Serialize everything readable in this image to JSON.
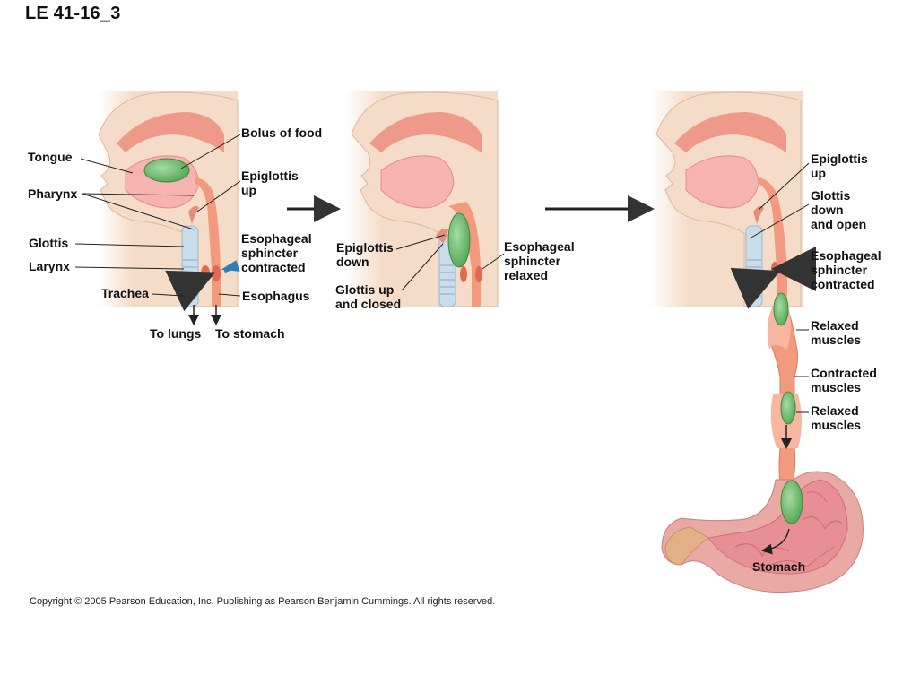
{
  "title": "LE 41-16_3",
  "panel1": {
    "bolus": "Bolus of food",
    "tongue": "Tongue",
    "pharynx": "Pharynx",
    "epiglottis": "Epiglottis\nup",
    "glottis": "Glottis",
    "larynx": "Larynx",
    "sphincter": "Esophageal\nsphincter\ncontracted",
    "trachea": "Trachea",
    "esophagus": "Esophagus",
    "to_lungs": "To lungs",
    "to_stomach": "To stomach"
  },
  "panel2": {
    "epiglottis": "Epiglottis\ndown",
    "glottis": "Glottis up\nand closed",
    "sphincter": "Esophageal\nsphincter\nrelaxed"
  },
  "panel3": {
    "epiglottis": "Epiglottis\nup",
    "glottis": "Glottis\ndown\nand open",
    "sphincter": "Esophageal\nsphincter\ncontracted",
    "relaxed1": "Relaxed\nmuscles",
    "contracted": "Contracted\nmuscles",
    "relaxed2": "Relaxed\nmuscles",
    "stomach": "Stomach"
  },
  "copyright": "Copyright ©  2005 Pearson Education, Inc. Publishing as Pearson Benjamin Cummings. All rights reserved.",
  "colors": {
    "skin": "#f5dcc8",
    "skin_edge": "#e8b596",
    "palate": "#ef9a88",
    "tongue": "#f2a3a3",
    "esophagus": "#f29a7e",
    "bolus": "#7cc47f",
    "trachea": "#c9dcea",
    "arrow_blue": "#2e7fb5",
    "stomach": "#e88f95"
  }
}
